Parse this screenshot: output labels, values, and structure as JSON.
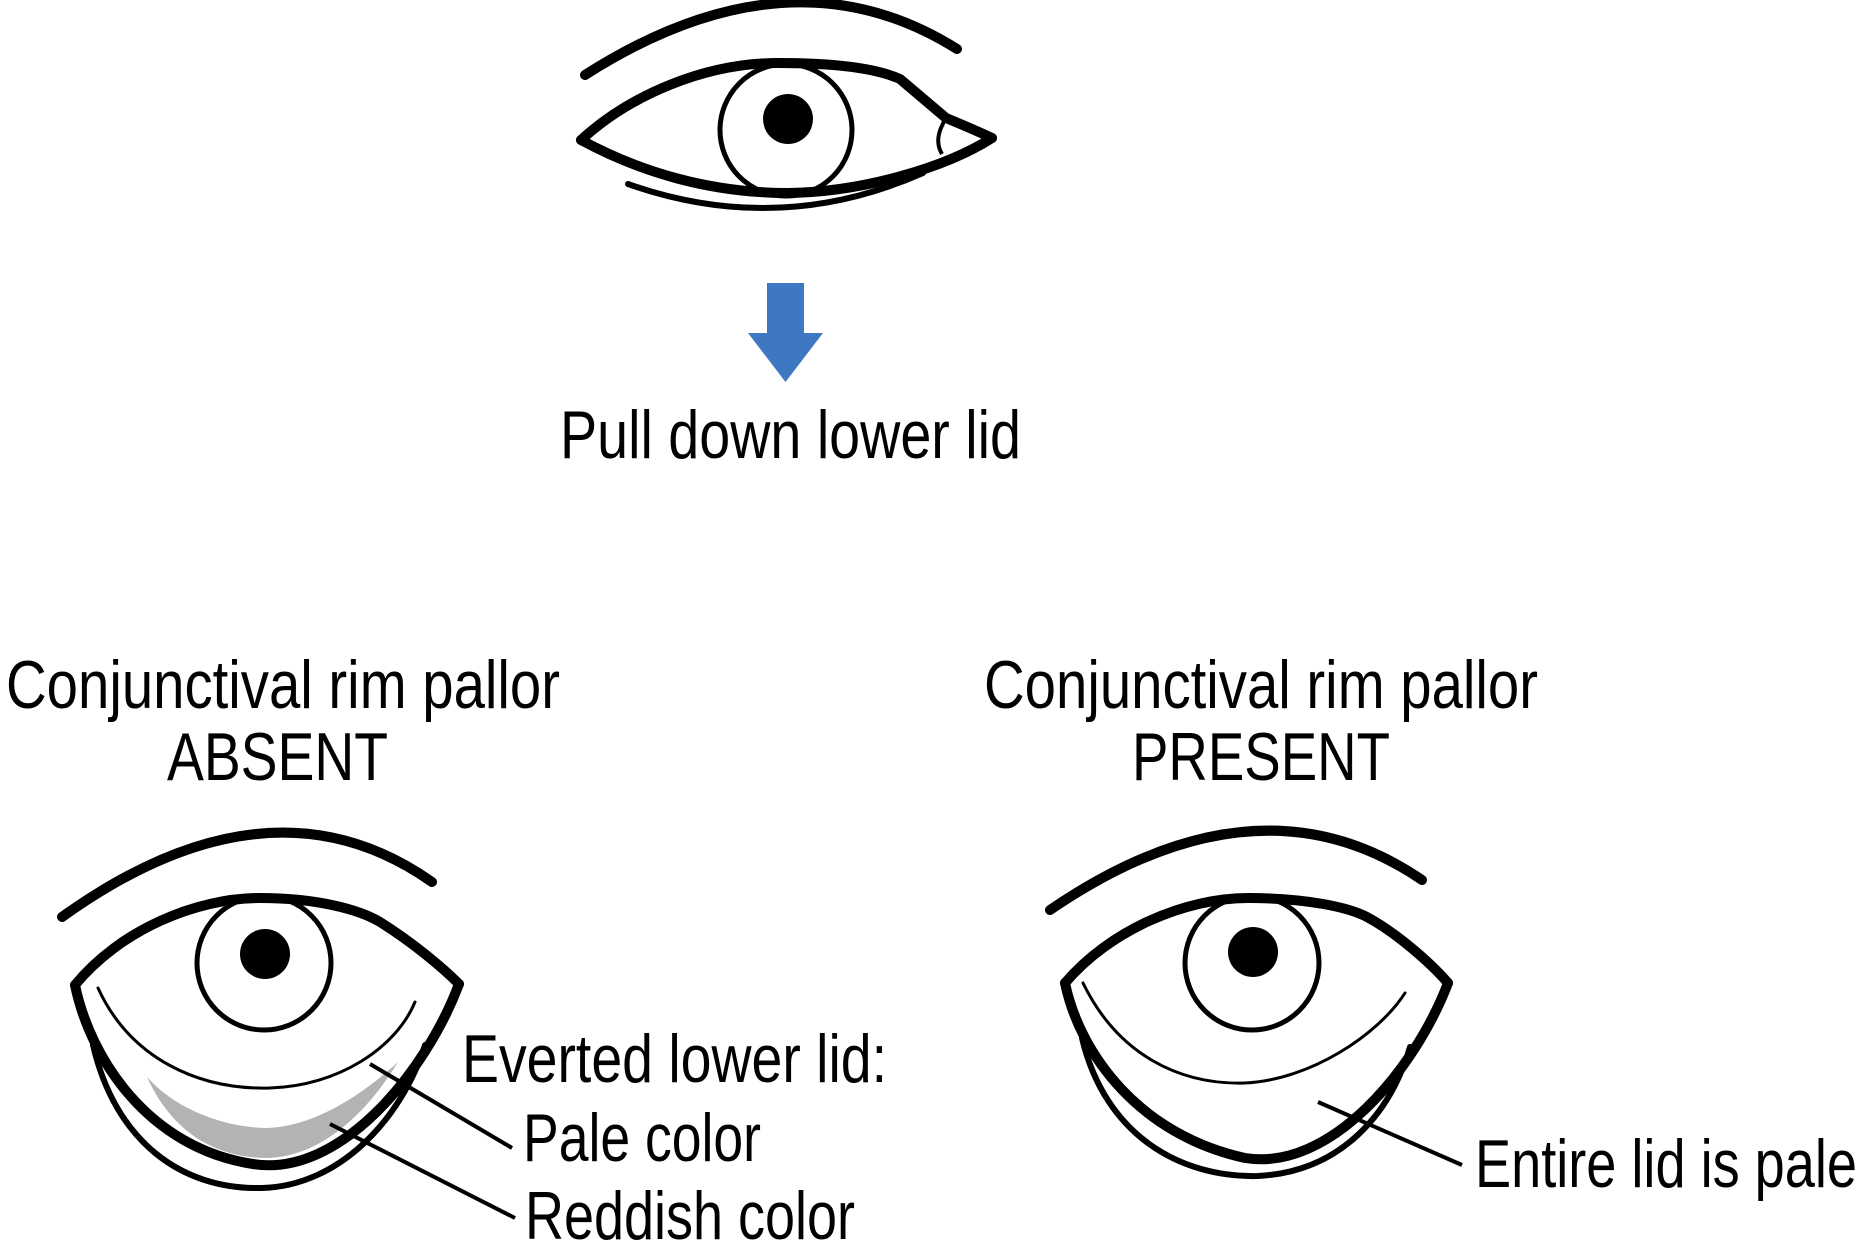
{
  "figure": {
    "instruction": "Pull down lower lid",
    "absent": {
      "heading_line1": "Conjunctival rim pallor",
      "heading_line2": "ABSENT",
      "everted_label": "Everted lower lid:",
      "pale_label": "Pale color",
      "reddish_label": "Reddish color"
    },
    "present": {
      "heading_line1": "Conjunctival rim pallor",
      "heading_line2": "PRESENT",
      "entire_label": "Entire lid is pale"
    },
    "colors": {
      "line_black": "#000000",
      "arrow_blue": "#3E78C2",
      "shading_gray": "#B3B3B3",
      "background": "#FFFFFF"
    }
  }
}
